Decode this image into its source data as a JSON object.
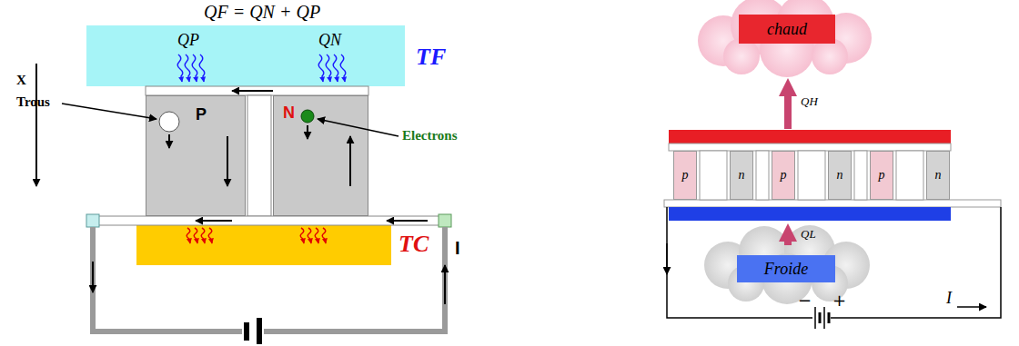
{
  "diagram": {
    "nodes": [
      {
        "text": [
          "QP",
          "QN",
          "TF"
        ]
      },
      {
        "text": [
          "P"
        ]
      },
      {
        "text": [
          "N"
        ]
      },
      {
        "text": [
          "TC"
        ]
      },
      {
        "text": [
          "chaud"
        ]
      },
      {
        "text": [
          "p"
        ]
      },
      {
        "text": [
          "n"
        ]
      },
      {
        "text": [
          "p"
        ]
      },
      {
        "text": [
          "n"
        ]
      },
      {
        "text": [
          "p"
        ]
      },
      {
        "text": [
          "n"
        ]
      },
      {
        "text": [
          "Froide"
        ]
      }
    ],
    "labels": [
      "QF = QN + QP",
      "X",
      "Trous",
      "Electrons",
      "I",
      "QH",
      "QL",
      "−",
      "+",
      "I"
    ]
  }
}
